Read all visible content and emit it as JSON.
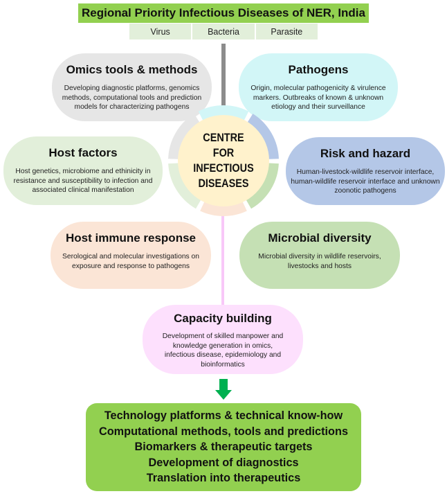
{
  "header": {
    "title": "Regional Priority Infectious Diseases of NER, India",
    "categories": [
      "Virus",
      "Bacteria",
      "Parasite"
    ]
  },
  "center": {
    "lines": [
      "CENTRE",
      "FOR",
      "INFECTIOUS",
      "DISEASES"
    ]
  },
  "themes": {
    "omics": {
      "title": "Omics tools & methods",
      "text": "Developing diagnostic platforms, genomics methods, computational tools and prediction models for characterizing pathogens",
      "color": "#e6e6e6"
    },
    "pathogens": {
      "title": "Pathogens",
      "text": "Origin, molecular pathogenicity & virulence markers. Outbreaks of known & unknown etiology and their surveillance",
      "color": "#d2f6f7"
    },
    "host_factors": {
      "title": "Host factors",
      "text": "Host genetics, microbiome and ethinicity in resistance and susceptibility to infection and associated clinical manifestation",
      "color": "#e2efda"
    },
    "risk": {
      "title": "Risk and hazard",
      "text": "Human-livestock-wildlife reservoir interface, human-wildlife reservoir interface and unknown zoonotic pathogens",
      "color": "#b4c7e7"
    },
    "immune": {
      "title": "Host immune response",
      "text": "Serological and molecular investigations on exposure and response to pathogens",
      "color": "#fbe5d6"
    },
    "microbial": {
      "title": "Microbial diversity",
      "text": "Microbial diversity in wildlife reservoirs, livestocks and hosts",
      "color": "#c5e0b4"
    },
    "capacity": {
      "title": "Capacity building",
      "text": "Development of skilled manpower and knowledge generation in omics, infectious disease, epidemiology and bioinformatics",
      "color": "#fde0fd"
    }
  },
  "outcomes": [
    "Technology platforms & technical know-how",
    "Computational methods, tools and predictions",
    "Biomarkers & therapeutic targets",
    "Development of diagnostics",
    "Translation into therapeutics"
  ],
  "colors": {
    "header": "#92d050",
    "arrow": "#00b050",
    "center": "#fff2cc"
  }
}
